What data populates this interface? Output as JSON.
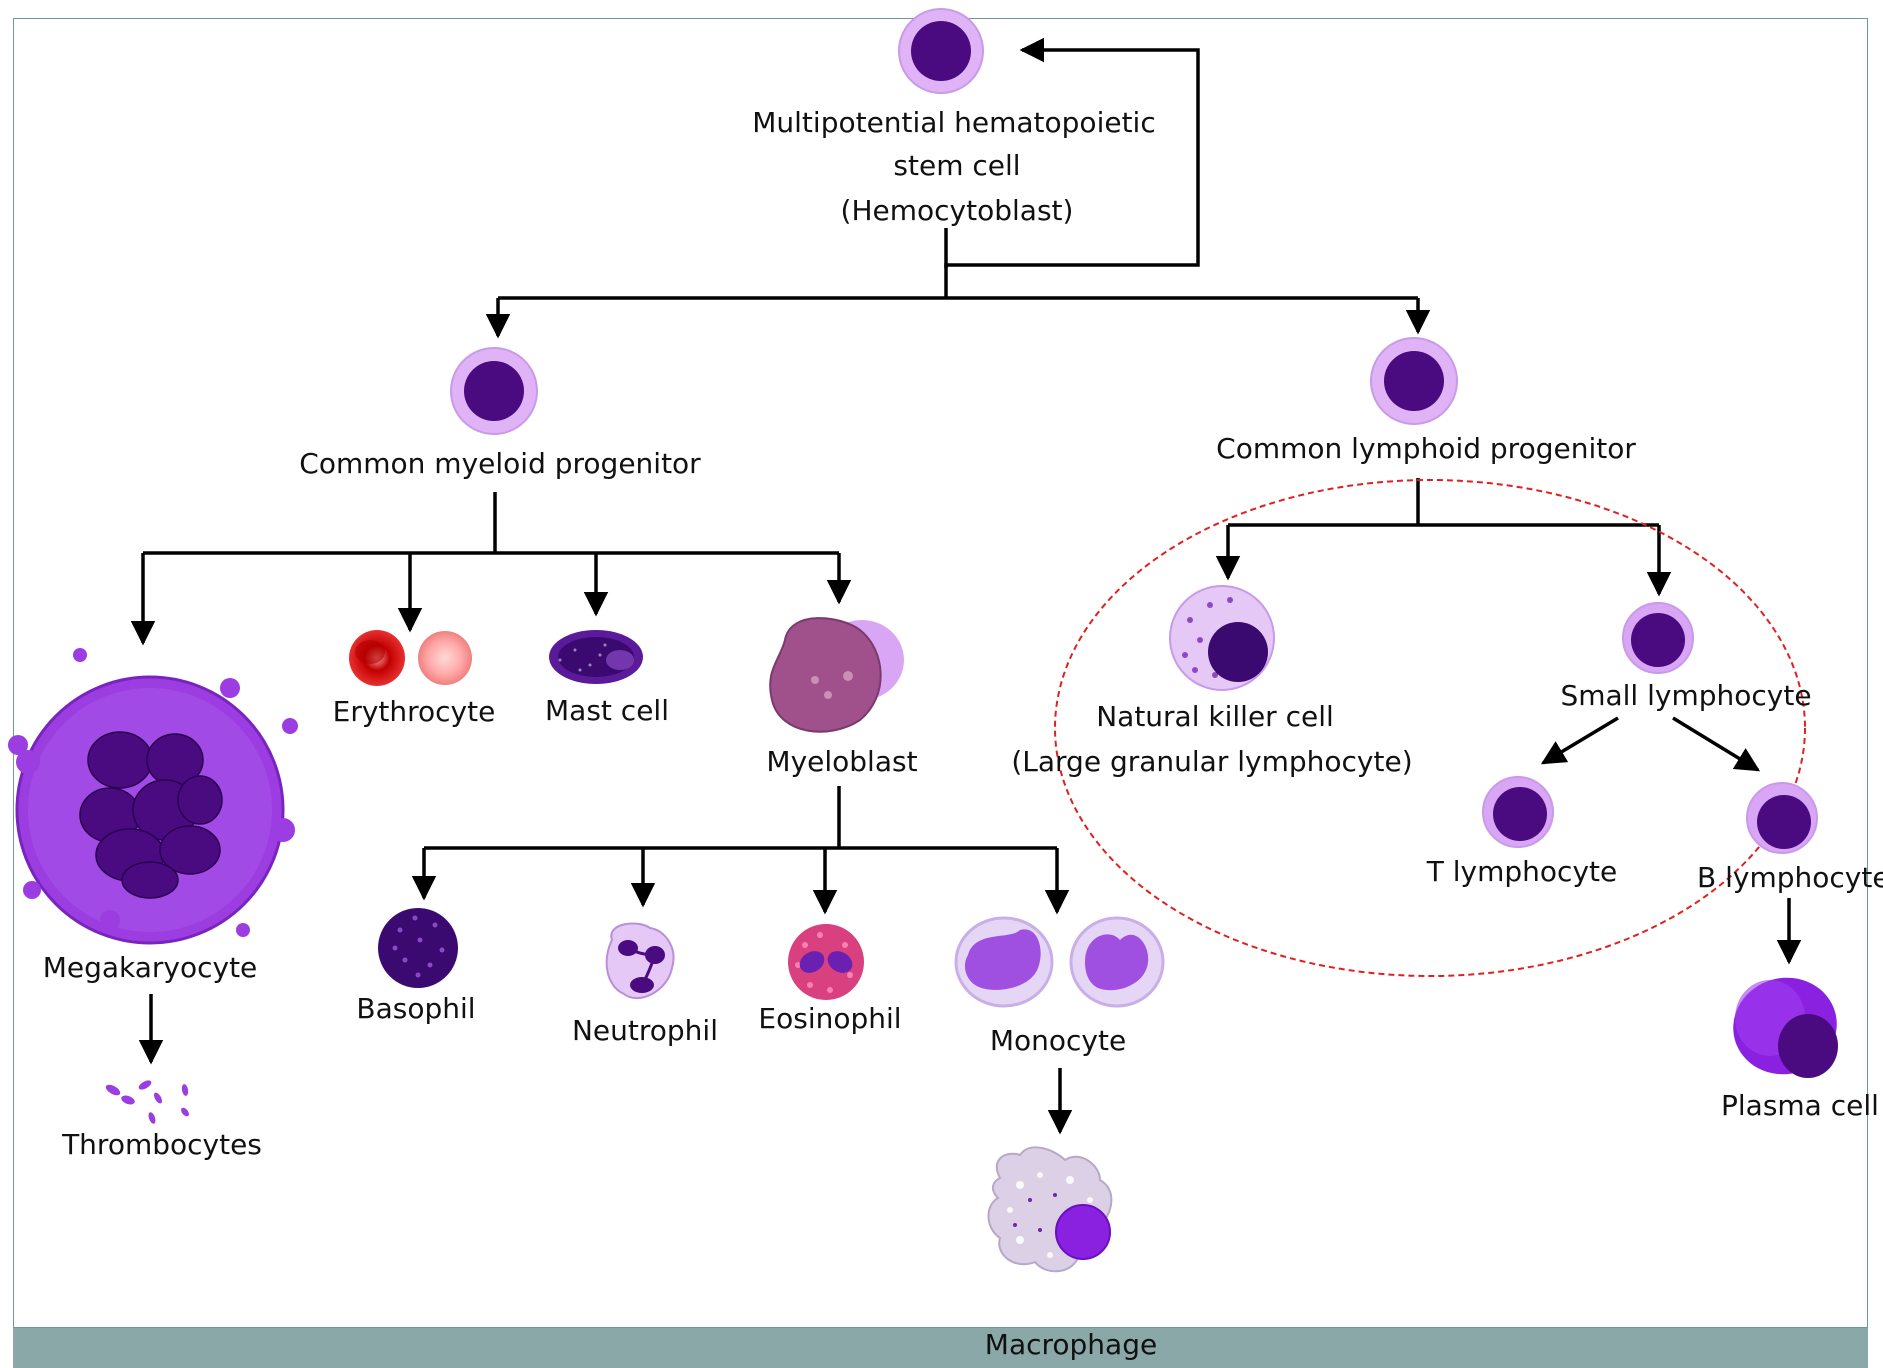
{
  "labels": {
    "hsc_line1": "Multipotential hematopoietic",
    "hsc_line2": "stem cell",
    "hsc_line3": "(Hemocytoblast)",
    "myeloid": "Common myeloid progenitor",
    "lymphoid": "Common lymphoid progenitor",
    "megakaryocyte": "Megakaryocyte",
    "thrombocytes": "Thrombocytes",
    "erythrocyte": "Erythrocyte",
    "mast_cell": "Mast cell",
    "myeloblast": "Myeloblast",
    "basophil": "Basophil",
    "neutrophil": "Neutrophil",
    "eosinophil": "Eosinophil",
    "monocyte": "Monocyte",
    "macrophage": "Macrophage",
    "nk_line1": "Natural killer cell",
    "nk_line2": "(Large granular lymphocyte)",
    "small_lymphocyte": "Small lymphocyte",
    "t_lymphocyte": "T lymphocyte",
    "b_lymphocyte": "B lymphocyte",
    "plasma_cell": "Plasma cell"
  },
  "colors": {
    "nucleus": "#4a0a80",
    "cytoplasm": "#d9a6f5",
    "highlight": "#e02020",
    "bar": "#8aa8a8"
  }
}
